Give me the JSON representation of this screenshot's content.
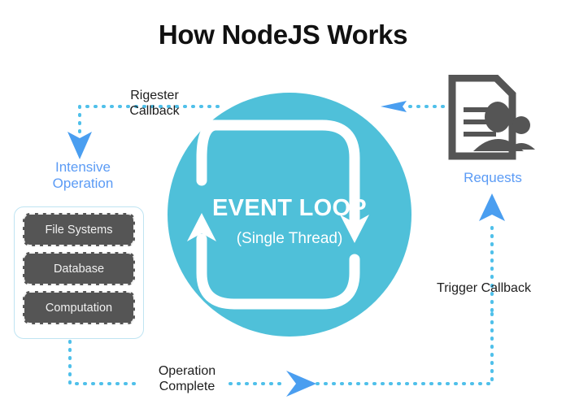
{
  "page": {
    "title": "How NodeJS Works",
    "background_color": "#ffffff"
  },
  "colors": {
    "circle_teal": "#4fc0d9",
    "accent_blue": "#5b9bf5",
    "dotted_line": "#4fc0ea",
    "box_gray": "#555555",
    "icon_gray": "#555555",
    "text_dark": "#1d1d1d",
    "group_border": "#bfe4f2"
  },
  "event_loop": {
    "title": "EVENT LOOP",
    "subtitle": "(Single Thread)",
    "arrow_down_name": "loop-arrow-down",
    "arrow_up_name": "loop-arrow-up"
  },
  "labels": {
    "register_callback": "Rigester\nCallback",
    "intensive_operation": "Intensive\nOperation",
    "requests": "Requests",
    "trigger_callback": "Trigger Callback",
    "operation_complete": "Operation\nComplete"
  },
  "intensive_operation": {
    "items": [
      {
        "label": "File Systems"
      },
      {
        "label": "Database"
      },
      {
        "label": "Computation"
      }
    ]
  },
  "icons": {
    "requests": "document-people-icon"
  },
  "flows": [
    {
      "id": "requests-to-loop",
      "label": "",
      "direction": "left",
      "arrow": "arrow-left-requests"
    },
    {
      "id": "loop-to-intensive",
      "label": "Rigester\nCallback",
      "direction": "down",
      "arrow": "arrow-down-register"
    },
    {
      "id": "intensive-to-loop",
      "label": "Operation\nComplete",
      "direction": "right",
      "arrow": "arrow-right-operation"
    },
    {
      "id": "loop-to-requests",
      "label": "Trigger Callback",
      "direction": "up",
      "arrow": "arrow-up-trigger"
    }
  ]
}
